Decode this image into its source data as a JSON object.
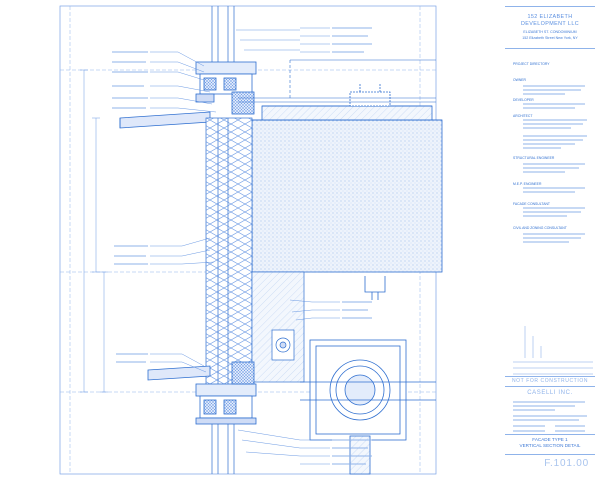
{
  "titleblock": {
    "project_name_1": "152 ELIZABETH",
    "project_name_2": "DEVELOPMENT LLC",
    "project_sub_1": "ELIZABETH ST. CONDOMINIUM",
    "project_sub_2": "152 Elizabeth Street New York, NY",
    "section_directory": "PROJECT DIRECTORY",
    "section_owner": "OWNER",
    "section_developer": "DEVELOPER",
    "section_architect": "ARCHITECT",
    "section_structural": "STRUCTURAL ENGINEER",
    "section_mep": "M.E.P. ENGINEER",
    "section_facade": "FACADE CONSULTANT",
    "section_civil": "CIVIL AND ZONING CONSULTANT",
    "not_for_construction": "NOT FOR CONSTRUCTION",
    "stamp_name": "CASELLI INC.",
    "drawing_title_1": "FACADE TYPE 1",
    "drawing_title_2": "VERTICAL SECTION DETAIL",
    "sheet_number": "F.101.00"
  },
  "colors": {
    "paper": "#ffffff",
    "line": "#2f6fd0",
    "line_light": "#8fb3ea",
    "hatch": "#5b8fe0"
  }
}
